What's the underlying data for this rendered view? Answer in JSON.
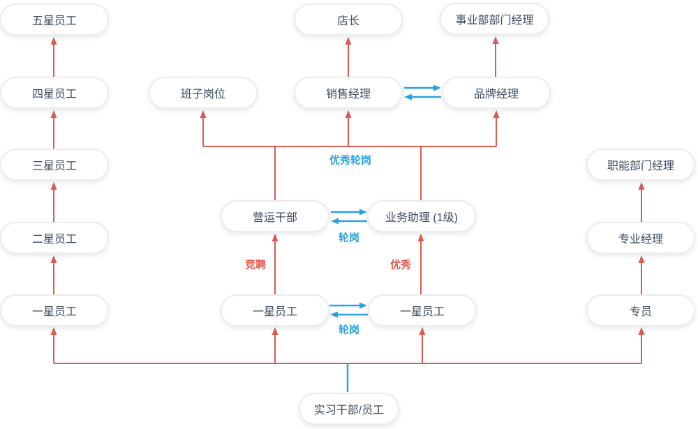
{
  "colors": {
    "red": "#dd5a52",
    "blue": "#29a3df",
    "ink": "#3b4a5c",
    "node_bg": "#ffffff",
    "node_border": "#ececec",
    "bg": "#ffffff"
  },
  "nodes": [
    {
      "id": "five-star-employee",
      "label": "五星员工"
    },
    {
      "id": "four-star-employee",
      "label": "四星员工"
    },
    {
      "id": "three-star-employee",
      "label": "三星员工"
    },
    {
      "id": "two-star-employee",
      "label": "二星员工"
    },
    {
      "id": "one-star-employee-left",
      "label": "一星员工"
    },
    {
      "id": "team-post",
      "label": "班子岗位"
    },
    {
      "id": "store-manager",
      "label": "店长"
    },
    {
      "id": "sales-manager",
      "label": "销售经理"
    },
    {
      "id": "division-dept-manager",
      "label": "事业部部门经理"
    },
    {
      "id": "brand-manager",
      "label": "品牌经理"
    },
    {
      "id": "operations-cadre",
      "label": "营运干部"
    },
    {
      "id": "business-assistant-l1",
      "label": "业务助理 (1级)"
    },
    {
      "id": "one-star-employee-mid-left",
      "label": "一星员工"
    },
    {
      "id": "one-star-employee-mid-right",
      "label": "一星员工"
    },
    {
      "id": "functional-dept-manager",
      "label": "职能部门经理"
    },
    {
      "id": "professional-manager",
      "label": "专业经理"
    },
    {
      "id": "specialist",
      "label": "专员"
    },
    {
      "id": "intern-cadre-employee",
      "label": "实习干部/员工"
    }
  ],
  "edge_labels": {
    "excellent_rotation": "优秀轮岗",
    "rotation_upper": "轮岗",
    "rotation_lower": "轮岗",
    "compete": "竞聘",
    "excellent": "优秀"
  }
}
